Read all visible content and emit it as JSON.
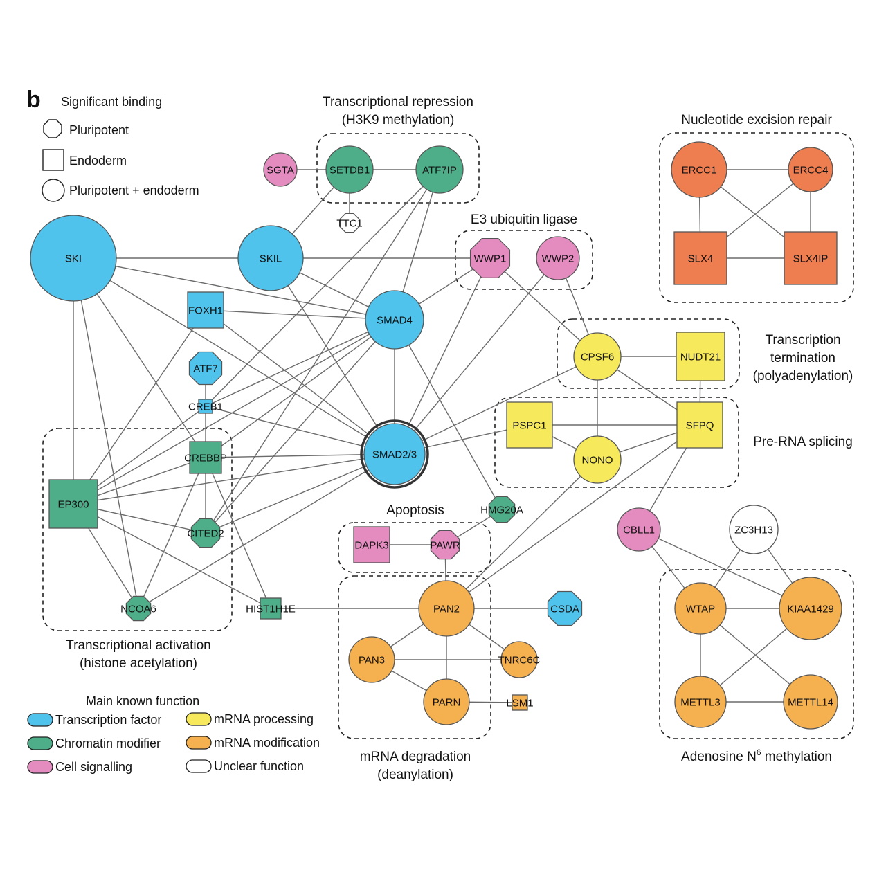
{
  "panel_letter": "b",
  "legend_binding": {
    "title": "Significant binding",
    "items": [
      {
        "shape": "octagon",
        "label": "Pluripotent"
      },
      {
        "shape": "square",
        "label": "Endoderm"
      },
      {
        "shape": "circle",
        "label": "Pluripotent + endoderm"
      }
    ]
  },
  "legend_function": {
    "title": "Main known function",
    "items": [
      {
        "key": "tf",
        "label": "Transcription factor"
      },
      {
        "key": "chromatin",
        "label": "Chromatin modifier"
      },
      {
        "key": "signalling",
        "label": "Cell signalling"
      },
      {
        "key": "mrna_proc",
        "label": "mRNA processing"
      },
      {
        "key": "mrna_mod",
        "label": "mRNA modification"
      },
      {
        "key": "unclear",
        "label": "Unclear function"
      }
    ]
  },
  "colors": {
    "tf": "#4fc3ec",
    "chromatin": "#4fae8a",
    "signalling": "#e48cc0",
    "mrna_proc": "#f6e95c",
    "mrna_mod": "#f5b04f",
    "repair": "#ee7d50",
    "unclear": "#ffffff"
  },
  "groups": [
    {
      "id": "g_repression",
      "lines": [
        "Transcriptional repression",
        "(H3K9 methylation)"
      ]
    },
    {
      "id": "g_ner",
      "lines": [
        "Nucleotide excision repair"
      ]
    },
    {
      "id": "g_e3",
      "lines": [
        "E3 ubiquitin ligase"
      ]
    },
    {
      "id": "g_termination",
      "lines": [
        "Transcription",
        "termination",
        "(polyadenylation)"
      ]
    },
    {
      "id": "g_splicing",
      "lines": [
        "Pre-RNA splicing"
      ]
    },
    {
      "id": "g_activation",
      "lines": [
        "Transcriptional activation",
        "(histone acetylation)"
      ]
    },
    {
      "id": "g_apoptosis",
      "lines": [
        "Apoptosis"
      ]
    },
    {
      "id": "g_degradation",
      "lines": [
        "mRNA degradation",
        "(deanylation)"
      ]
    },
    {
      "id": "g_m6a",
      "lines": [
        "Adenosine N",
        "6",
        " methylation"
      ]
    }
  ],
  "nodes": [
    {
      "id": "SGTA",
      "label": "SGTA",
      "shape": "circle",
      "func": "signalling"
    },
    {
      "id": "SETDB1",
      "label": "SETDB1",
      "shape": "circle",
      "func": "chromatin"
    },
    {
      "id": "ATF7IP",
      "label": "ATF7IP",
      "shape": "circle",
      "func": "chromatin"
    },
    {
      "id": "TTC1",
      "label": "TTC1",
      "shape": "octagon",
      "func": "unclear"
    },
    {
      "id": "SKI",
      "label": "SKI",
      "shape": "circle",
      "func": "tf"
    },
    {
      "id": "SKIL",
      "label": "SKIL",
      "shape": "circle",
      "func": "tf"
    },
    {
      "id": "WWP1",
      "label": "WWP1",
      "shape": "octagon",
      "func": "signalling"
    },
    {
      "id": "WWP2",
      "label": "WWP2",
      "shape": "circle",
      "func": "signalling"
    },
    {
      "id": "ERCC1",
      "label": "ERCC1",
      "shape": "circle",
      "func": "repair"
    },
    {
      "id": "ERCC4",
      "label": "ERCC4",
      "shape": "circle",
      "func": "repair"
    },
    {
      "id": "SLX4",
      "label": "SLX4",
      "shape": "square",
      "func": "repair"
    },
    {
      "id": "SLX4IP",
      "label": "SLX4IP",
      "shape": "square",
      "func": "repair"
    },
    {
      "id": "FOXH1",
      "label": "FOXH1",
      "shape": "square",
      "func": "tf"
    },
    {
      "id": "SMAD4",
      "label": "SMAD4",
      "shape": "circle",
      "func": "tf"
    },
    {
      "id": "ATF7",
      "label": "ATF7",
      "shape": "octagon",
      "func": "tf"
    },
    {
      "id": "CREB1",
      "label": "CREB1",
      "shape": "square",
      "func": "tf"
    },
    {
      "id": "CPSF6",
      "label": "CPSF6",
      "shape": "circle",
      "func": "mrna_proc"
    },
    {
      "id": "NUDT21",
      "label": "NUDT21",
      "shape": "square",
      "func": "mrna_proc"
    },
    {
      "id": "CREBBP",
      "label": "CREBBP",
      "shape": "square",
      "func": "chromatin"
    },
    {
      "id": "SMAD23",
      "label": "SMAD2/3",
      "shape": "circle",
      "func": "tf",
      "thick": true
    },
    {
      "id": "PSPC1",
      "label": "PSPC1",
      "shape": "square",
      "func": "mrna_proc"
    },
    {
      "id": "NONO",
      "label": "NONO",
      "shape": "circle",
      "func": "mrna_proc"
    },
    {
      "id": "SFPQ",
      "label": "SFPQ",
      "shape": "square",
      "func": "mrna_proc"
    },
    {
      "id": "EP300",
      "label": "EP300",
      "shape": "square",
      "func": "chromatin"
    },
    {
      "id": "HMG20A",
      "label": "HMG20A",
      "shape": "octagon",
      "func": "chromatin"
    },
    {
      "id": "CITED2",
      "label": "CITED2",
      "shape": "octagon",
      "func": "chromatin"
    },
    {
      "id": "DAPK3",
      "label": "DAPK3",
      "shape": "square",
      "func": "signalling"
    },
    {
      "id": "PAWR",
      "label": "PAWR",
      "shape": "octagon",
      "func": "signalling"
    },
    {
      "id": "CBLL1",
      "label": "CBLL1",
      "shape": "circle",
      "func": "signalling"
    },
    {
      "id": "ZC3H13",
      "label": "ZC3H13",
      "shape": "circle",
      "func": "unclear"
    },
    {
      "id": "NCOA6",
      "label": "NCOA6",
      "shape": "octagon",
      "func": "chromatin"
    },
    {
      "id": "HIST1H1E",
      "label": "HIST1H1E",
      "shape": "square",
      "func": "chromatin"
    },
    {
      "id": "PAN2",
      "label": "PAN2",
      "shape": "circle",
      "func": "mrna_mod"
    },
    {
      "id": "CSDA",
      "label": "CSDA",
      "shape": "octagon",
      "func": "tf"
    },
    {
      "id": "WTAP",
      "label": "WTAP",
      "shape": "circle",
      "func": "mrna_mod"
    },
    {
      "id": "KIAA1429",
      "label": "KIAA1429",
      "shape": "circle",
      "func": "mrna_mod"
    },
    {
      "id": "PAN3",
      "label": "PAN3",
      "shape": "circle",
      "func": "mrna_mod"
    },
    {
      "id": "TNRC6C",
      "label": "TNRC6C",
      "shape": "circle",
      "func": "mrna_mod"
    },
    {
      "id": "PARN",
      "label": "PARN",
      "shape": "circle",
      "func": "mrna_mod"
    },
    {
      "id": "LSM1",
      "label": "LSM1",
      "shape": "square",
      "func": "mrna_mod"
    },
    {
      "id": "METTL3",
      "label": "METTL3",
      "shape": "circle",
      "func": "mrna_mod"
    },
    {
      "id": "METTL14",
      "label": "METTL14",
      "shape": "circle",
      "func": "mrna_mod"
    }
  ],
  "edges": [
    [
      "SGTA",
      "SETDB1"
    ],
    [
      "SETDB1",
      "ATF7IP"
    ],
    [
      "SETDB1",
      "TTC1"
    ],
    [
      "SETDB1",
      "SKIL"
    ],
    [
      "ATF7IP",
      "SMAD4"
    ],
    [
      "ATF7IP",
      "CREB1"
    ],
    [
      "ATF7IP",
      "CITED2"
    ],
    [
      "SKI",
      "SKIL"
    ],
    [
      "SKI",
      "EP300"
    ],
    [
      "SKI",
      "SMAD4"
    ],
    [
      "SKI",
      "SMAD23"
    ],
    [
      "SKI",
      "CREBBP"
    ],
    [
      "SKI",
      "NCOA6"
    ],
    [
      "SKIL",
      "WWP1"
    ],
    [
      "SKIL",
      "SMAD4"
    ],
    [
      "SKIL",
      "SMAD23"
    ],
    [
      "WWP1",
      "SMAD4"
    ],
    [
      "WWP1",
      "SMAD23"
    ],
    [
      "WWP1",
      "CPSF6"
    ],
    [
      "WWP2",
      "SMAD23"
    ],
    [
      "WWP2",
      "CPSF6"
    ],
    [
      "ERCC1",
      "ERCC4"
    ],
    [
      "ERCC1",
      "SLX4"
    ],
    [
      "ERCC1",
      "SLX4IP"
    ],
    [
      "ERCC4",
      "SLX4"
    ],
    [
      "ERCC4",
      "SLX4IP"
    ],
    [
      "SLX4",
      "SLX4IP"
    ],
    [
      "FOXH1",
      "SMAD4"
    ],
    [
      "FOXH1",
      "SMAD23"
    ],
    [
      "FOXH1",
      "EP300"
    ],
    [
      "SMAD4",
      "SMAD23"
    ],
    [
      "SMAD4",
      "CREB1"
    ],
    [
      "SMAD4",
      "CREBBP"
    ],
    [
      "SMAD4",
      "EP300"
    ],
    [
      "SMAD4",
      "CITED2"
    ],
    [
      "SMAD4",
      "HMG20A"
    ],
    [
      "ATF7",
      "CREB1"
    ],
    [
      "CREB1",
      "CREBBP"
    ],
    [
      "CREB1",
      "SMAD23"
    ],
    [
      "CREB1",
      "EP300"
    ],
    [
      "CREBBP",
      "SMAD23"
    ],
    [
      "CREBBP",
      "CITED2"
    ],
    [
      "CREBBP",
      "EP300"
    ],
    [
      "CREBBP",
      "NCOA6"
    ],
    [
      "CREBBP",
      "HIST1H1E"
    ],
    [
      "EP300",
      "SMAD23"
    ],
    [
      "EP300",
      "CITED2"
    ],
    [
      "EP300",
      "NCOA6"
    ],
    [
      "EP300",
      "HIST1H1E"
    ],
    [
      "CITED2",
      "SMAD23"
    ],
    [
      "NCOA6",
      "SMAD23"
    ],
    [
      "SMAD23",
      "PSPC1"
    ],
    [
      "SMAD23",
      "CPSF6"
    ],
    [
      "CPSF6",
      "NUDT21"
    ],
    [
      "CPSF6",
      "NONO"
    ],
    [
      "CPSF6",
      "SFPQ"
    ],
    [
      "NUDT21",
      "SFPQ"
    ],
    [
      "PSPC1",
      "NONO"
    ],
    [
      "PSPC1",
      "SFPQ"
    ],
    [
      "NONO",
      "SFPQ"
    ],
    [
      "SFPQ",
      "PAN2"
    ],
    [
      "SFPQ",
      "CBLL1"
    ],
    [
      "NONO",
      "PAN2"
    ],
    [
      "HMG20A",
      "PAWR"
    ],
    [
      "DAPK3",
      "PAWR"
    ],
    [
      "PAWR",
      "PAN2"
    ],
    [
      "HIST1H1E",
      "PAN2"
    ],
    [
      "PAN2",
      "CSDA"
    ],
    [
      "PAN2",
      "PAN3"
    ],
    [
      "PAN2",
      "TNRC6C"
    ],
    [
      "PAN2",
      "PARN"
    ],
    [
      "PAN3",
      "TNRC6C"
    ],
    [
      "PAN3",
      "PARN"
    ],
    [
      "PARN",
      "LSM1"
    ],
    [
      "CBLL1",
      "WTAP"
    ],
    [
      "CBLL1",
      "KIAA1429"
    ],
    [
      "ZC3H13",
      "WTAP"
    ],
    [
      "ZC3H13",
      "KIAA1429"
    ],
    [
      "WTAP",
      "KIAA1429"
    ],
    [
      "WTAP",
      "METTL3"
    ],
    [
      "WTAP",
      "METTL14"
    ],
    [
      "KIAA1429",
      "METTL3"
    ],
    [
      "METTL3",
      "METTL14"
    ]
  ]
}
